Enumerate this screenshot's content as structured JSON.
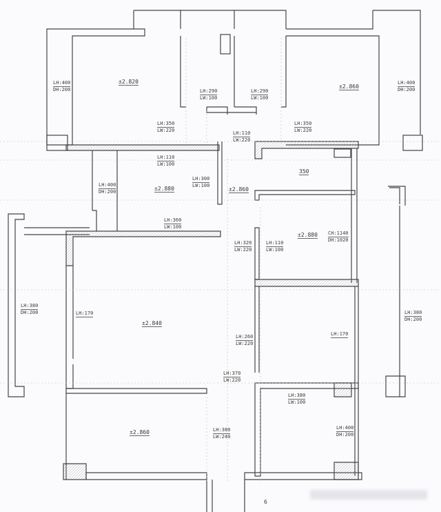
{
  "elevations": [
    {
      "id": "master-bedroom",
      "text": "±2.820"
    },
    {
      "id": "second-bedroom",
      "text": "±2.860"
    },
    {
      "id": "study",
      "text": "±2.880"
    },
    {
      "id": "corridor",
      "text": "±2.860"
    },
    {
      "id": "hall",
      "text": "350"
    },
    {
      "id": "small-bedroom",
      "text": "±2.880"
    },
    {
      "id": "living-room",
      "text": "±2.840"
    },
    {
      "id": "dining",
      "text": "±2.860"
    }
  ],
  "openings": [
    {
      "l1": "LH:400",
      "l2": "DH:200"
    },
    {
      "l1": "LH:290",
      "l2": "LW:100"
    },
    {
      "l1": "LH:290",
      "l2": "LW:100"
    },
    {
      "l1": "LH:400",
      "l2": "DH:200"
    },
    {
      "l1": "LH:350",
      "l2": "LW:220"
    },
    {
      "l1": "LH:350",
      "l2": "LW:220"
    },
    {
      "l1": "LH:110",
      "l2": "LW:220"
    },
    {
      "l1": "LH:110",
      "l2": "LW:100"
    },
    {
      "l1": "LH:400",
      "l2": "DH:200"
    },
    {
      "l1": "LH:300",
      "l2": "LW:100"
    },
    {
      "l1": "LH:360",
      "l2": "LW:100"
    },
    {
      "l1": "LH:320",
      "l2": "LW:220"
    },
    {
      "l1": "LH:110",
      "l2": "LW:100"
    },
    {
      "l1": "CH:1140",
      "l2": "DH:1020"
    },
    {
      "l1": "LH:380",
      "l2": "DH:200"
    },
    {
      "l1": "LH:170",
      "l2": ""
    },
    {
      "l1": "LH:260",
      "l2": "LW:220"
    },
    {
      "l1": "LH:170",
      "l2": ""
    },
    {
      "l1": "LH:380",
      "l2": "DH:200"
    },
    {
      "l1": "LH:370",
      "l2": "LW:220"
    },
    {
      "l1": "LH:380",
      "l2": "LW:100"
    },
    {
      "l1": "LH:380",
      "l2": "LW:240"
    },
    {
      "l1": "LH:400",
      "l2": "DH:200"
    }
  ],
  "marker": "6"
}
